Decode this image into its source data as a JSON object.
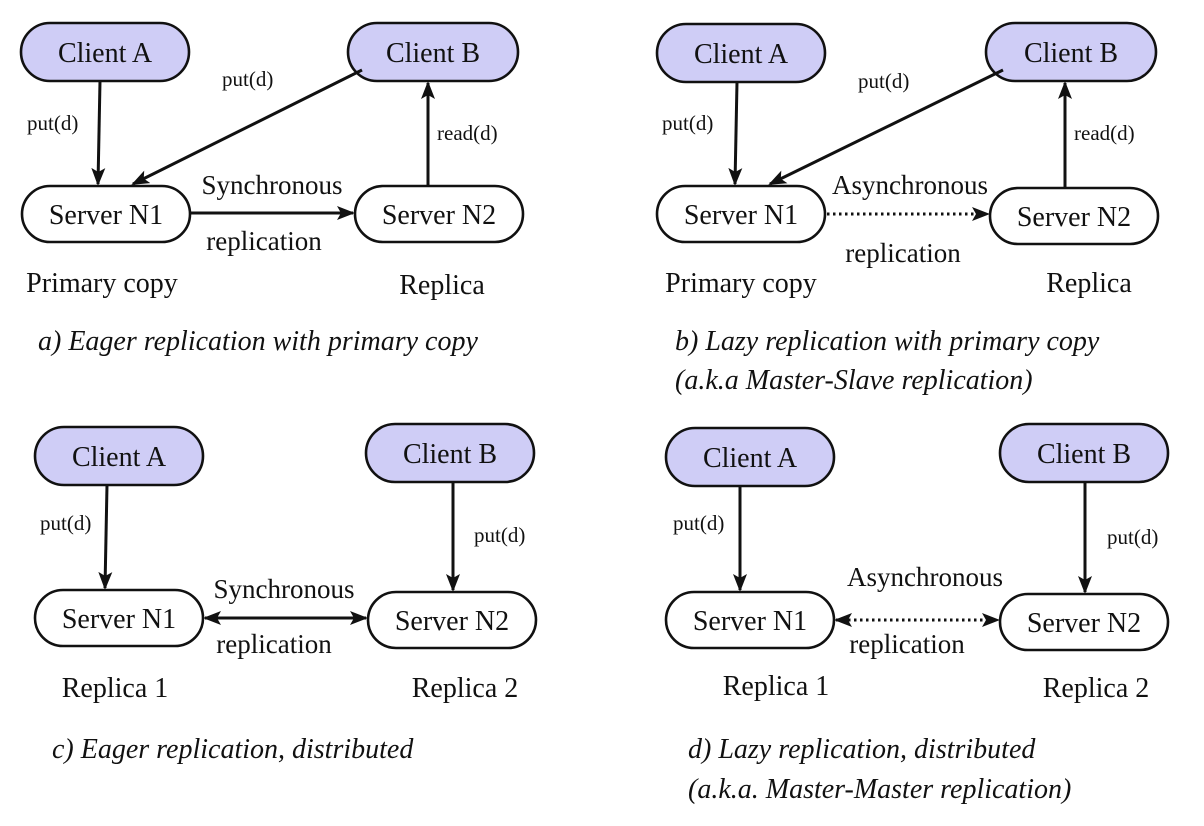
{
  "colors": {
    "client_fill": "#cfcdf6",
    "server_fill": "#ffffff",
    "stroke": "#111111"
  },
  "panels": [
    {
      "id": "a",
      "client_a": "Client A",
      "client_b": "Client B",
      "server_n1": "Server N1",
      "server_n2": "Server N2",
      "label_client_a_put": "put(d)",
      "label_client_b_put": "put(d)",
      "label_client_b_read": "read(d)",
      "replication_top": "Synchronous",
      "replication_bottom": "replication",
      "role_n1": "Primary copy",
      "role_n2": "Replica",
      "caption_line1": "a) Eager replication with primary copy",
      "caption_line2": ""
    },
    {
      "id": "b",
      "client_a": "Client A",
      "client_b": "Client B",
      "server_n1": "Server N1",
      "server_n2": "Server N2",
      "label_client_a_put": "put(d)",
      "label_client_b_put": "put(d)",
      "label_client_b_read": "read(d)",
      "replication_top": "Asynchronous",
      "replication_bottom": "replication",
      "role_n1": "Primary copy",
      "role_n2": "Replica",
      "caption_line1": "b) Lazy replication with primary copy",
      "caption_line2": "(a.k.a Master-Slave replication)"
    },
    {
      "id": "c",
      "client_a": "Client A",
      "client_b": "Client B",
      "server_n1": "Server N1",
      "server_n2": "Server N2",
      "label_client_a_put": "put(d)",
      "label_client_b_put": "put(d)",
      "replication_top": "Synchronous",
      "replication_bottom": "replication",
      "role_n1": "Replica 1",
      "role_n2": "Replica 2",
      "caption_line1": "c) Eager replication, distributed",
      "caption_line2": ""
    },
    {
      "id": "d",
      "client_a": "Client A",
      "client_b": "Client B",
      "server_n1": "Server N1",
      "server_n2": "Server N2",
      "label_client_a_put": "put(d)",
      "label_client_b_put": "put(d)",
      "replication_top": "Asynchronous",
      "replication_bottom": "replication",
      "role_n1": "Replica 1",
      "role_n2": "Replica 2",
      "caption_line1": "d) Lazy replication, distributed",
      "caption_line2": "(a.k.a. Master-Master replication)"
    }
  ]
}
